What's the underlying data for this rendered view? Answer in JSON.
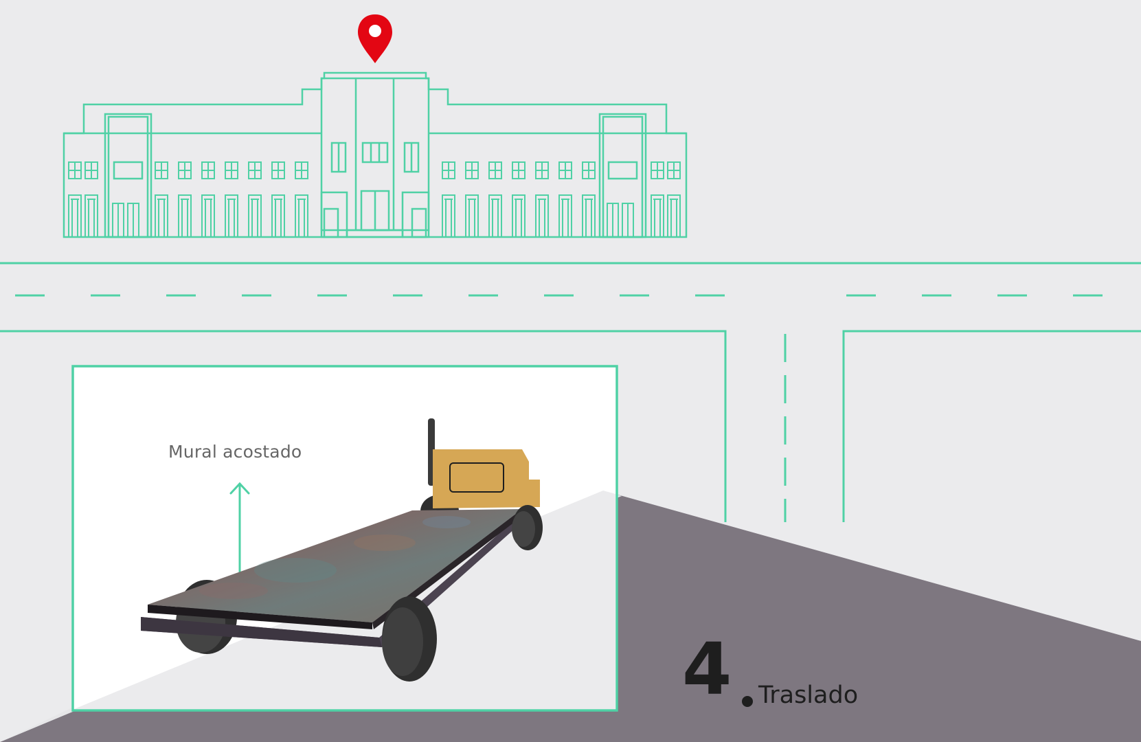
{
  "step": {
    "number": "4",
    "title": "Traslado"
  },
  "inset": {
    "label": "Mural acostado"
  },
  "icons": {
    "location": "location-pin-icon",
    "building": "building-outline",
    "truck": "flatbed-truck"
  },
  "colors": {
    "background": "#ebebed",
    "line_accent": "#4fd1a5",
    "pin": "#e30613",
    "shadow": "#7e7780",
    "truck_cab": "#d6a755",
    "tire": "#3a3a3a",
    "text_dark": "#1e1e1e",
    "text_label": "#666666"
  }
}
